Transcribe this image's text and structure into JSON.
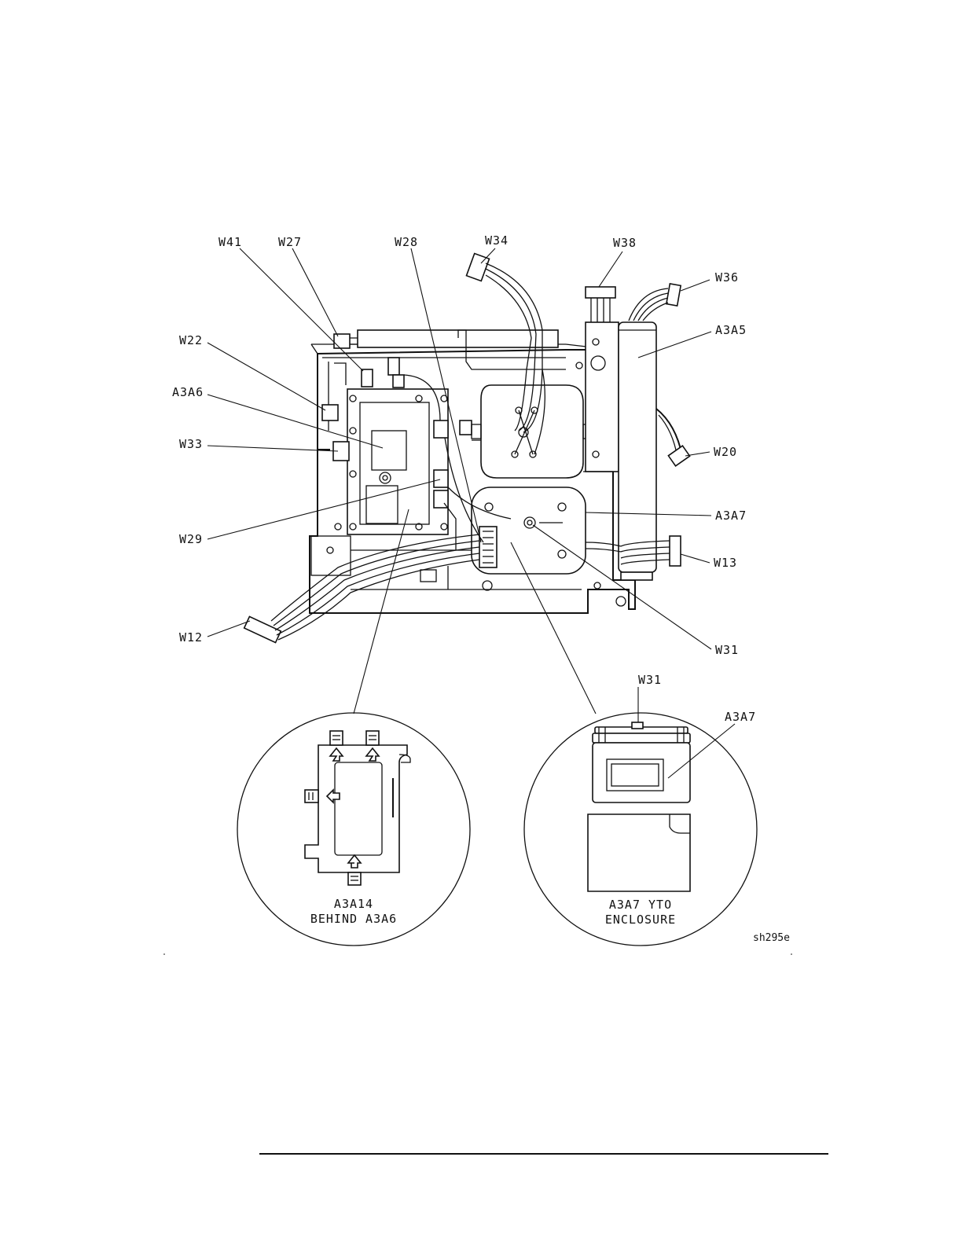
{
  "labels": {
    "w41": "W41",
    "w27": "W27",
    "w28": "W28",
    "w34": "W34",
    "w38": "W38",
    "w36": "W36",
    "w22": "W22",
    "a3a5": "A3A5",
    "a3a6": "A3A6",
    "w33": "W33",
    "w20": "W20",
    "a3a7": "A3A7",
    "w29": "W29",
    "w13": "W13",
    "w12": "W12",
    "w31": "W31"
  },
  "detail_left": {
    "line1": "A3A14",
    "line2": "BEHIND A3A6"
  },
  "detail_right": {
    "w31": "W31",
    "a3a7": "A3A7",
    "line1": "A3A7 YTO",
    "line2": "ENCLOSURE"
  },
  "figure_id": "sh295e"
}
